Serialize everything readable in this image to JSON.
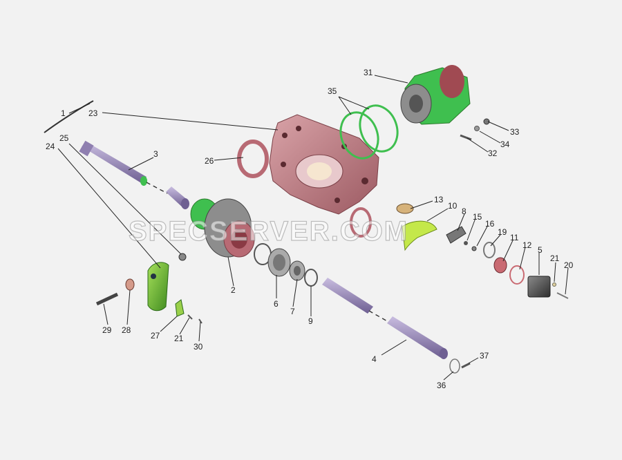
{
  "watermark": "SPECSERVER.COM",
  "colors": {
    "background": "#f2f2f2",
    "housing": "#c9888f",
    "gasket": "#3fbf4f",
    "shaft": "#9a8ab8",
    "bracket": "#7ec43c"
  },
  "callouts": {
    "n1": "1",
    "n2": "2",
    "n3": "3",
    "n4": "4",
    "n5": "5",
    "n6": "6",
    "n7": "7",
    "n8": "8",
    "n9": "9",
    "n10": "10",
    "n11": "11",
    "n12": "12",
    "n13": "13",
    "n15": "15",
    "n16": "16",
    "n19": "19",
    "n20": "20",
    "n21a": "21",
    "n21b": "21",
    "n23": "23",
    "n24": "24",
    "n25": "25",
    "n26": "26",
    "n27": "27",
    "n28": "28",
    "n29": "29",
    "n30": "30",
    "n31": "31",
    "n32": "32",
    "n33": "33",
    "n34": "34",
    "n35": "35",
    "n36": "36",
    "n37": "37"
  }
}
